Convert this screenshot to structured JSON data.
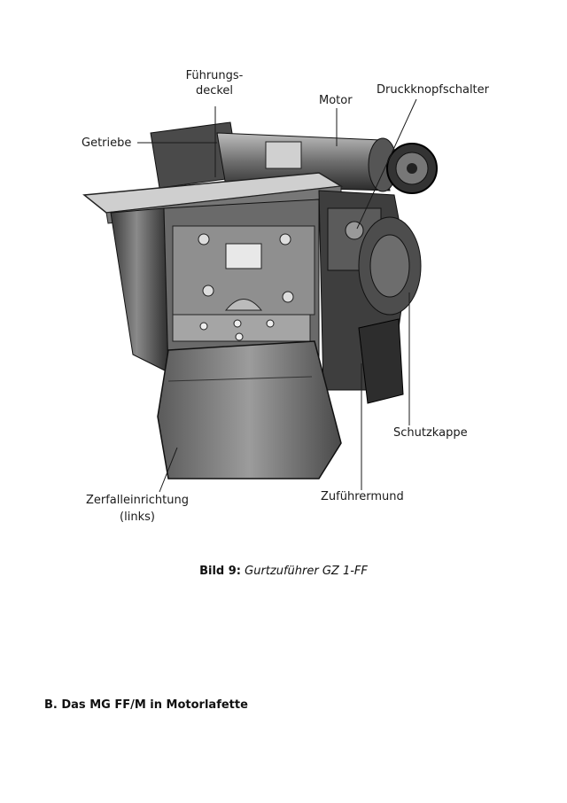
{
  "figure": {
    "labels": {
      "getriebe": "Getriebe",
      "fuehrungsdeckel_1": "Führungs-",
      "fuehrungsdeckel_2": "deckel",
      "motor": "Motor",
      "druckknopfschalter": "Druckknopfschalter",
      "schutzkappe": "Schutzkappe",
      "zufuehrermund": "Zuführermund",
      "zerfall_1": "Zerfalleinrichtung",
      "zerfall_2": "(links)"
    }
  },
  "caption": {
    "number": "Bild 9:",
    "title": "Gurtzuführer GZ 1-FF"
  },
  "section_heading": "B. Das MG FF/M in Motorlafette"
}
